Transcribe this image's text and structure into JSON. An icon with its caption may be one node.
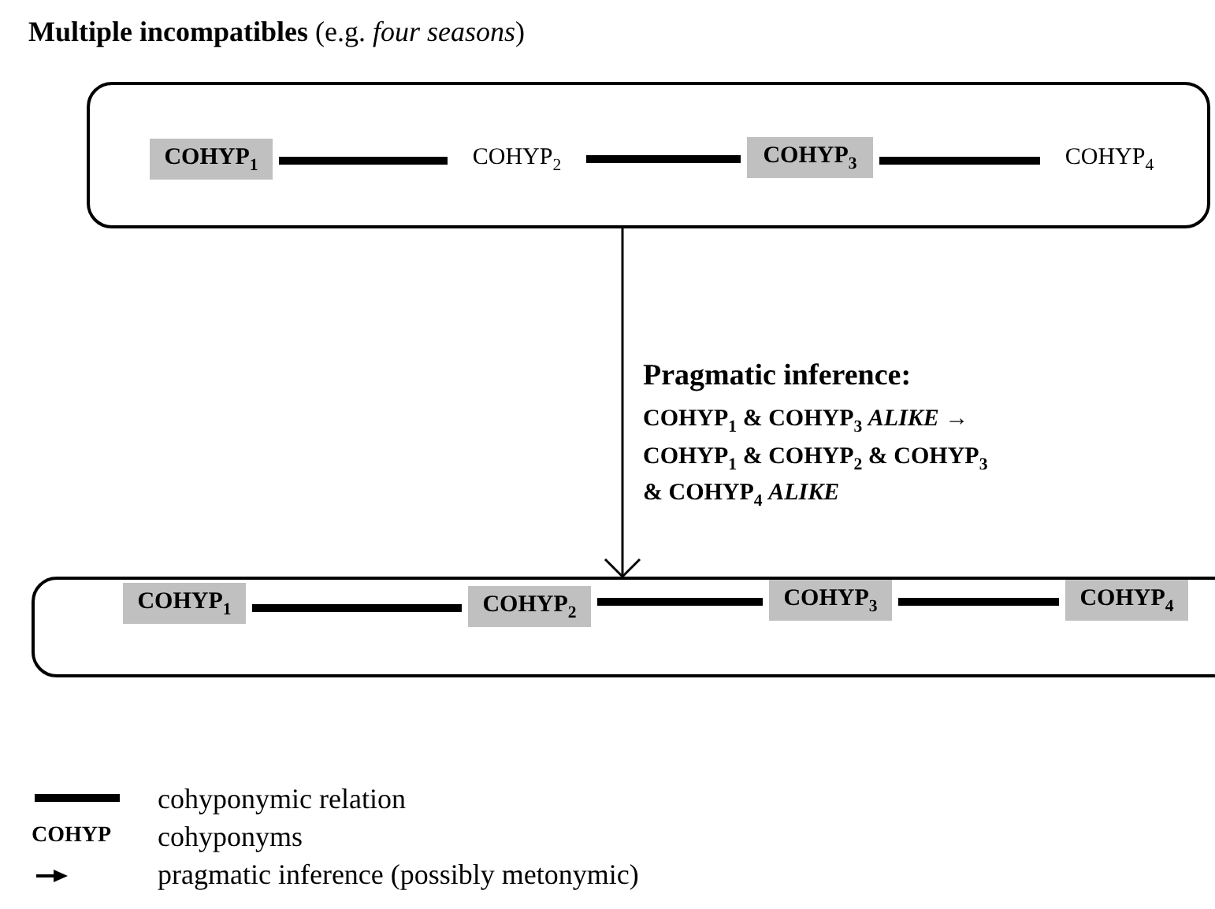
{
  "diagram": {
    "title": "**Multiple incompatibles** (e.g. *four seasons*)",
    "nodes": [
      {
        "text": [],
        "shape": "box"
      },
      {
        "text": [
          "COHYP$_{1}$"
        ],
        "in": 0
      },
      {
        "text": [
          "COHYP$_{2}$"
        ],
        "in": 0
      },
      {
        "text": [
          "COHYP$_{3}$"
        ],
        "in": 0
      },
      {
        "text": [
          "COHYP$_{4}$"
        ],
        "in": 0
      },
      {
        "text": [],
        "shape": "box"
      },
      {
        "text": [
          "COHYP$_{1}$"
        ],
        "in": 5
      },
      {
        "text": [
          "COHYP$_{2}$"
        ],
        "in": 5
      },
      {
        "text": [
          "COHYP$_{3}$"
        ],
        "in": 5
      },
      {
        "text": [
          "COHYP$_{4}$"
        ],
        "in": 5
      }
    ],
    "edges": [
      {
        "from": 1,
        "to": 2,
        "arrow": "none"
      },
      {
        "from": 2,
        "to": 3,
        "arrow": "none"
      },
      {
        "from": 3,
        "to": 4,
        "arrow": "none"
      },
      {
        "from": 6,
        "to": 7,
        "arrow": "none"
      },
      {
        "from": 7,
        "to": 8,
        "arrow": "none"
      },
      {
        "from": 8,
        "to": 9,
        "arrow": "none"
      },
      {
        "from": 0,
        "to": 5,
        "arrow": "to",
        "label": "Pragmatic inference:"
      }
    ],
    "labels": [
      "COHYP$_{1}$ & COHYP$_{3}$ *ALIKE* → COHYP$_{1}$ & COHYP$_{2}$ & COHYP$_{3}$ & COHYP$_{4}$ *ALIKE*",
      "COHYP"
    ],
    "legend": [
      {
        "text": "cohyponymic relation"
      },
      {
        "text": "cohyponyms"
      },
      {
        "text": "pragmatic inference (possibly metonymic)"
      }
    ]
  }
}
